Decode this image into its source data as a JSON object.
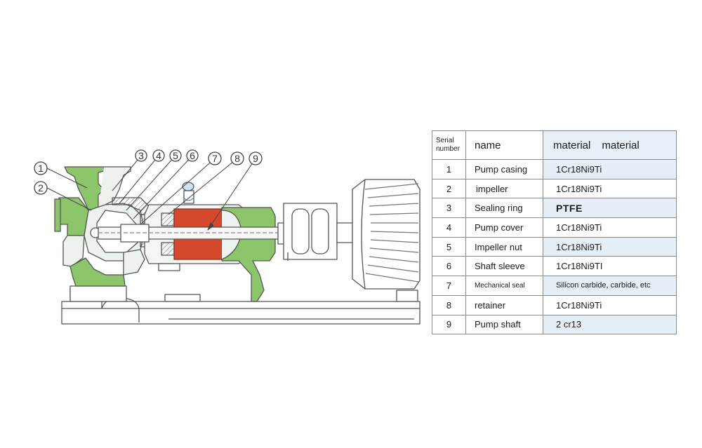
{
  "callouts": [
    "1",
    "2",
    "3",
    "4",
    "5",
    "6",
    "7",
    "8",
    "9"
  ],
  "table": {
    "headers": {
      "serial": [
        "Serial",
        "number"
      ],
      "name": "name",
      "material": [
        "material",
        "material"
      ]
    },
    "rows": [
      {
        "num": "1",
        "name": "Pump casing",
        "material": "1Cr18Ni9Ti"
      },
      {
        "num": "2",
        "name": "impeller",
        "material": "1Cr18Ni9Ti"
      },
      {
        "num": "3",
        "name": "Sealing ring",
        "material": "PTFE"
      },
      {
        "num": "4",
        "name": "Pump cover",
        "material": "1Cr18Ni9Ti"
      },
      {
        "num": "5",
        "name": "Impeller nut",
        "material": "1Cr18Ni9Ti"
      },
      {
        "num": "6",
        "name": "Shaft sleeve",
        "material": "1Cr18Ni9TI"
      },
      {
        "num": "7",
        "name": "Mechanical seal",
        "material": "Silicon carbide, carbide, etc"
      },
      {
        "num": "8",
        "name": "retainer",
        "material": "1Cr18Ni9Ti"
      },
      {
        "num": "9",
        "name": "Pump  shaft",
        "material": "2 cr13"
      }
    ]
  },
  "colors": {
    "casing_green": "#8dc56a",
    "bearing_red": "#d4492e",
    "lining_blue": "#cde2f0",
    "outline": "#555555"
  }
}
